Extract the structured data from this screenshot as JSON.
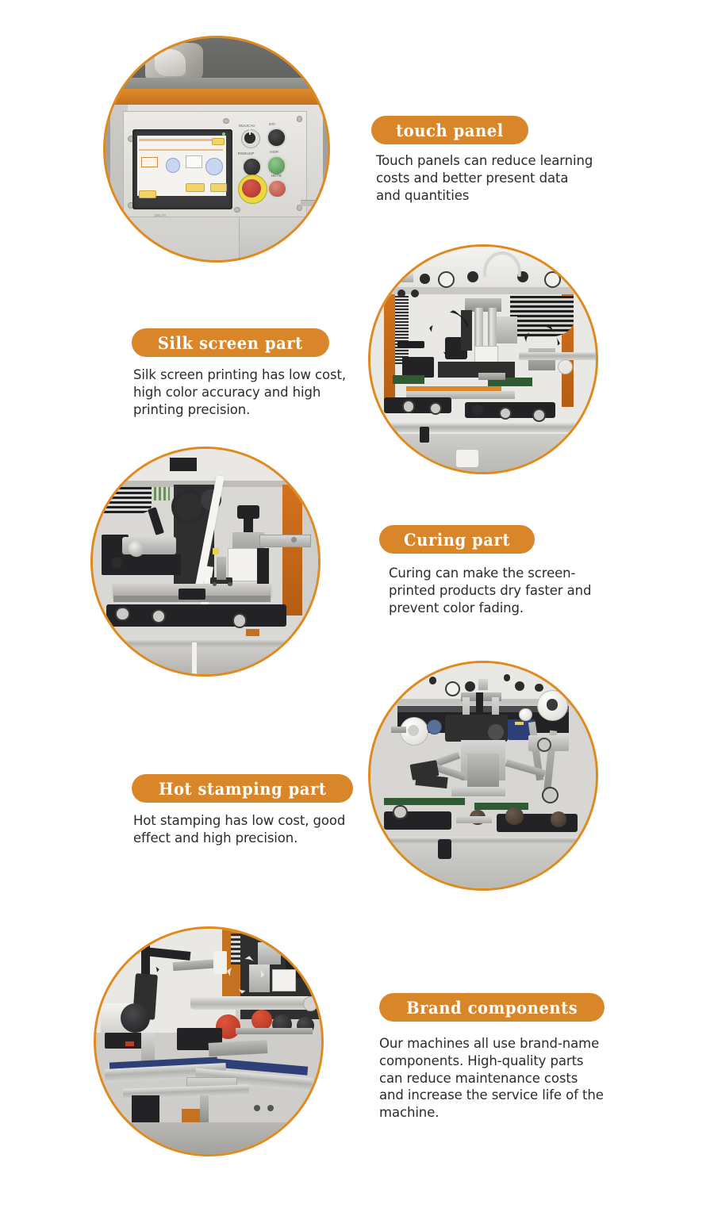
{
  "page": {
    "title": "Screen printing machine features",
    "accent_orange": "#e08a1e",
    "badge_orange": "#d9862a",
    "body_text_color": "#2b2b2b"
  },
  "sections": [
    {
      "id": "touch-panel",
      "badge": "touch panel",
      "body": "Touch panels can reduce learning costs and better present data and quantities",
      "photo_alt": "control cabinet with HMI touch screen, selector switch, push buttons and emergency stop"
    },
    {
      "id": "silk-screen-part",
      "badge": "Silk screen part",
      "body": "Silk screen printing has low cost, high color accuracy and high printing precision.",
      "photo_alt": "silk screen printing station with pneumatic cylinders, pressure gauges and conveyor rails"
    },
    {
      "id": "curing-part",
      "badge": "Curing part",
      "body": "Curing can make the screen-printed products dry faster and prevent color fading.",
      "photo_alt": "curing station with steel platen, white ribbon and orange machine panel"
    },
    {
      "id": "hot-stamping-part",
      "badge": "Hot stamping part",
      "body": "Hot stamping has low cost, good effect and high precision.",
      "photo_alt": "hot stamping unit with white foil reels and mechanical linkage arms"
    },
    {
      "id": "brand-components",
      "badge": "Brand components",
      "body": "Our machines all use brand-name components. High-quality parts can reduce maintenance costs and increase the service life of the machine.",
      "photo_alt": "conveyor section with blue belts, orange rollers and aluminium guide rails"
    }
  ]
}
